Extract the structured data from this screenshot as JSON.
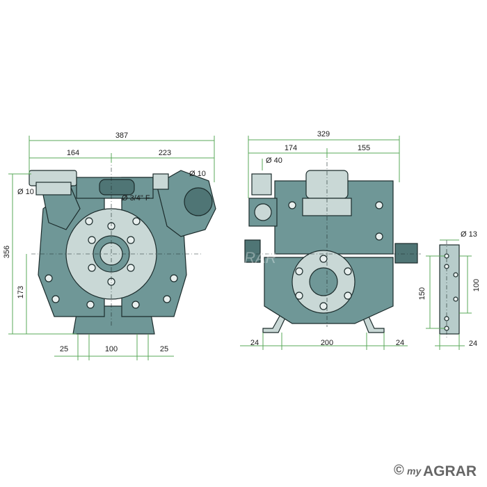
{
  "front_view": {
    "dims": {
      "overall_width": "387",
      "left_part": "164",
      "right_part": "223",
      "height": "356",
      "axis_height": "173",
      "left_port": "Ø 10",
      "right_port": "Ø 10",
      "thread": "Ø 3/4\" F",
      "foot_left": "25",
      "foot_center": "100",
      "foot_right": "25"
    }
  },
  "side_view": {
    "dims": {
      "overall_width": "329",
      "left_part": "174",
      "right_part": "155",
      "shaft": "Ø 40",
      "foot_left": "24",
      "foot_center": "200",
      "foot_right": "24"
    }
  },
  "plate_view": {
    "dims": {
      "hole": "Ø 13",
      "outer": "150",
      "inner": "100",
      "width": "24"
    }
  },
  "watermark": {
    "text": "myAGRAR"
  },
  "logo": {
    "copyright": "©",
    "my": "my",
    "brand": "AGRAR"
  },
  "colors": {
    "body": "#6f9797",
    "dim_line": "#5aa85a",
    "background": "#ffffff"
  }
}
